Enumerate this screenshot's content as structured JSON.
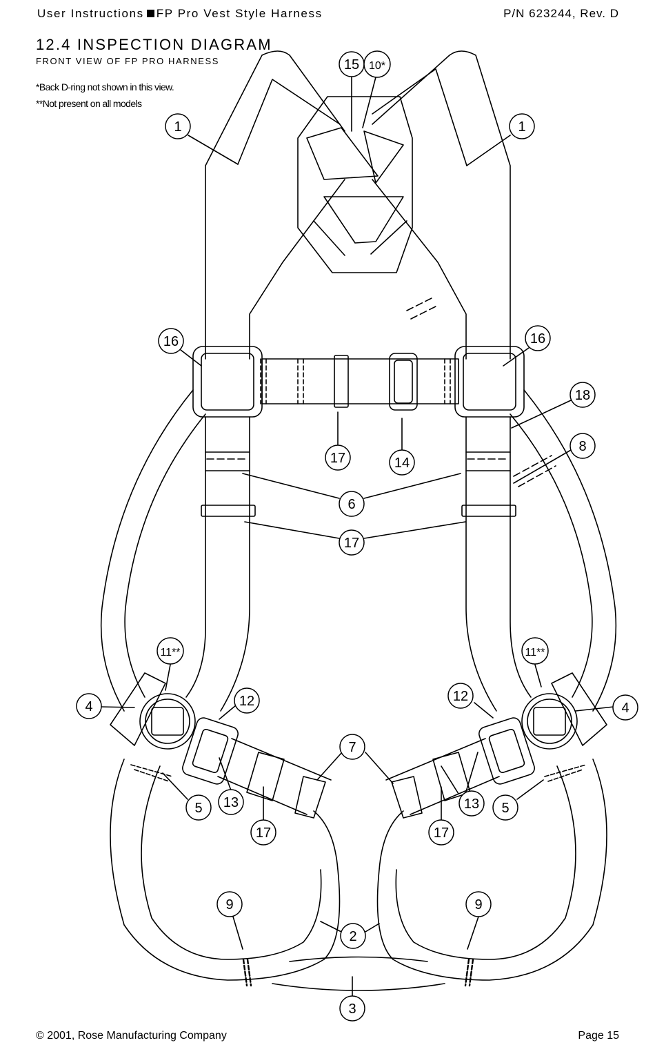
{
  "header": {
    "left_prefix": "User Instructions",
    "left_suffix": "FP Pro Vest Style Harness",
    "right": "P/N 623244, Rev. D"
  },
  "section": {
    "title": "12.4  INSPECTION DIAGRAM",
    "subtitle": "FRONT VIEW OF FP PRO HARNESS"
  },
  "notes": [
    "*Back D-ring not shown in this view.",
    "**Not present on all models"
  ],
  "callouts": [
    {
      "label": "1"
    },
    {
      "label": "1"
    },
    {
      "label": "15"
    },
    {
      "label": "10*"
    },
    {
      "label": "16"
    },
    {
      "label": "16"
    },
    {
      "label": "18"
    },
    {
      "label": "8"
    },
    {
      "label": "17"
    },
    {
      "label": "14"
    },
    {
      "label": "6"
    },
    {
      "label": "17"
    },
    {
      "label": "11**"
    },
    {
      "label": "11**"
    },
    {
      "label": "4"
    },
    {
      "label": "4"
    },
    {
      "label": "12"
    },
    {
      "label": "12"
    },
    {
      "label": "7"
    },
    {
      "label": "13"
    },
    {
      "label": "13"
    },
    {
      "label": "5"
    },
    {
      "label": "5"
    },
    {
      "label": "17"
    },
    {
      "label": "17"
    },
    {
      "label": "9"
    },
    {
      "label": "9"
    },
    {
      "label": "2"
    },
    {
      "label": "3"
    }
  ],
  "footer": {
    "left": "© 2001,  Rose Manufacturing Company",
    "right": "Page 15"
  }
}
